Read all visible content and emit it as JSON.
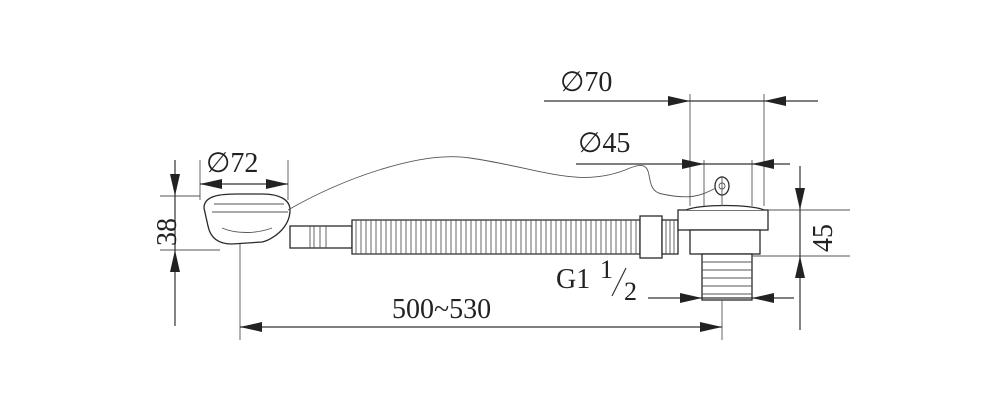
{
  "diagram": {
    "labels": {
      "overflow_diameter": "∅72",
      "overflow_height": "38",
      "waste_diameter": "∅70",
      "waste_inner_diameter": "∅45",
      "waste_height": "45",
      "thread": "G1",
      "thread_fraction_num": "1",
      "thread_fraction_den": "2",
      "length": "500~530"
    },
    "colors": {
      "ink": "#222222",
      "paper": "#ffffff"
    }
  }
}
